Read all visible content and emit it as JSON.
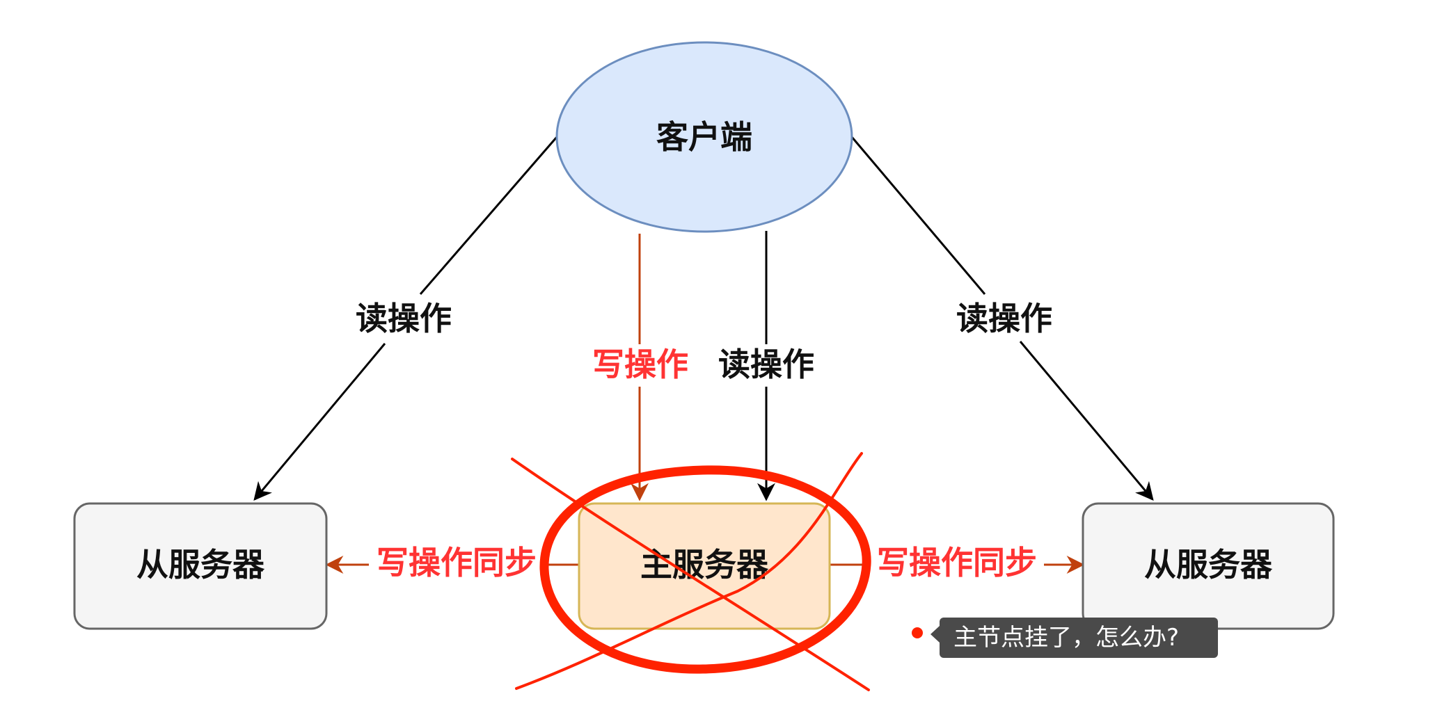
{
  "nodes": {
    "client": "客户端",
    "slave_left": "从服务器",
    "master": "主服务器",
    "slave_right": "从服务器"
  },
  "edges": {
    "read_left": "读操作",
    "write_center": "写操作",
    "read_center": "读操作",
    "read_right": "读操作",
    "sync_left": "写操作同步",
    "sync_right": "写操作同步"
  },
  "annotation": {
    "tooltip": "主节点挂了，怎么办?"
  },
  "colors": {
    "client_fill": "#dae8fc",
    "client_stroke": "#6c8ebf",
    "slave_fill": "#f5f5f5",
    "slave_stroke": "#666666",
    "master_fill": "#ffe6cc",
    "master_stroke": "#d6b656",
    "write_arrow": "#c0410e",
    "write_text": "#ff3333",
    "annotation_red": "#ff2200",
    "tooltip_bg": "#4a4a4a"
  }
}
